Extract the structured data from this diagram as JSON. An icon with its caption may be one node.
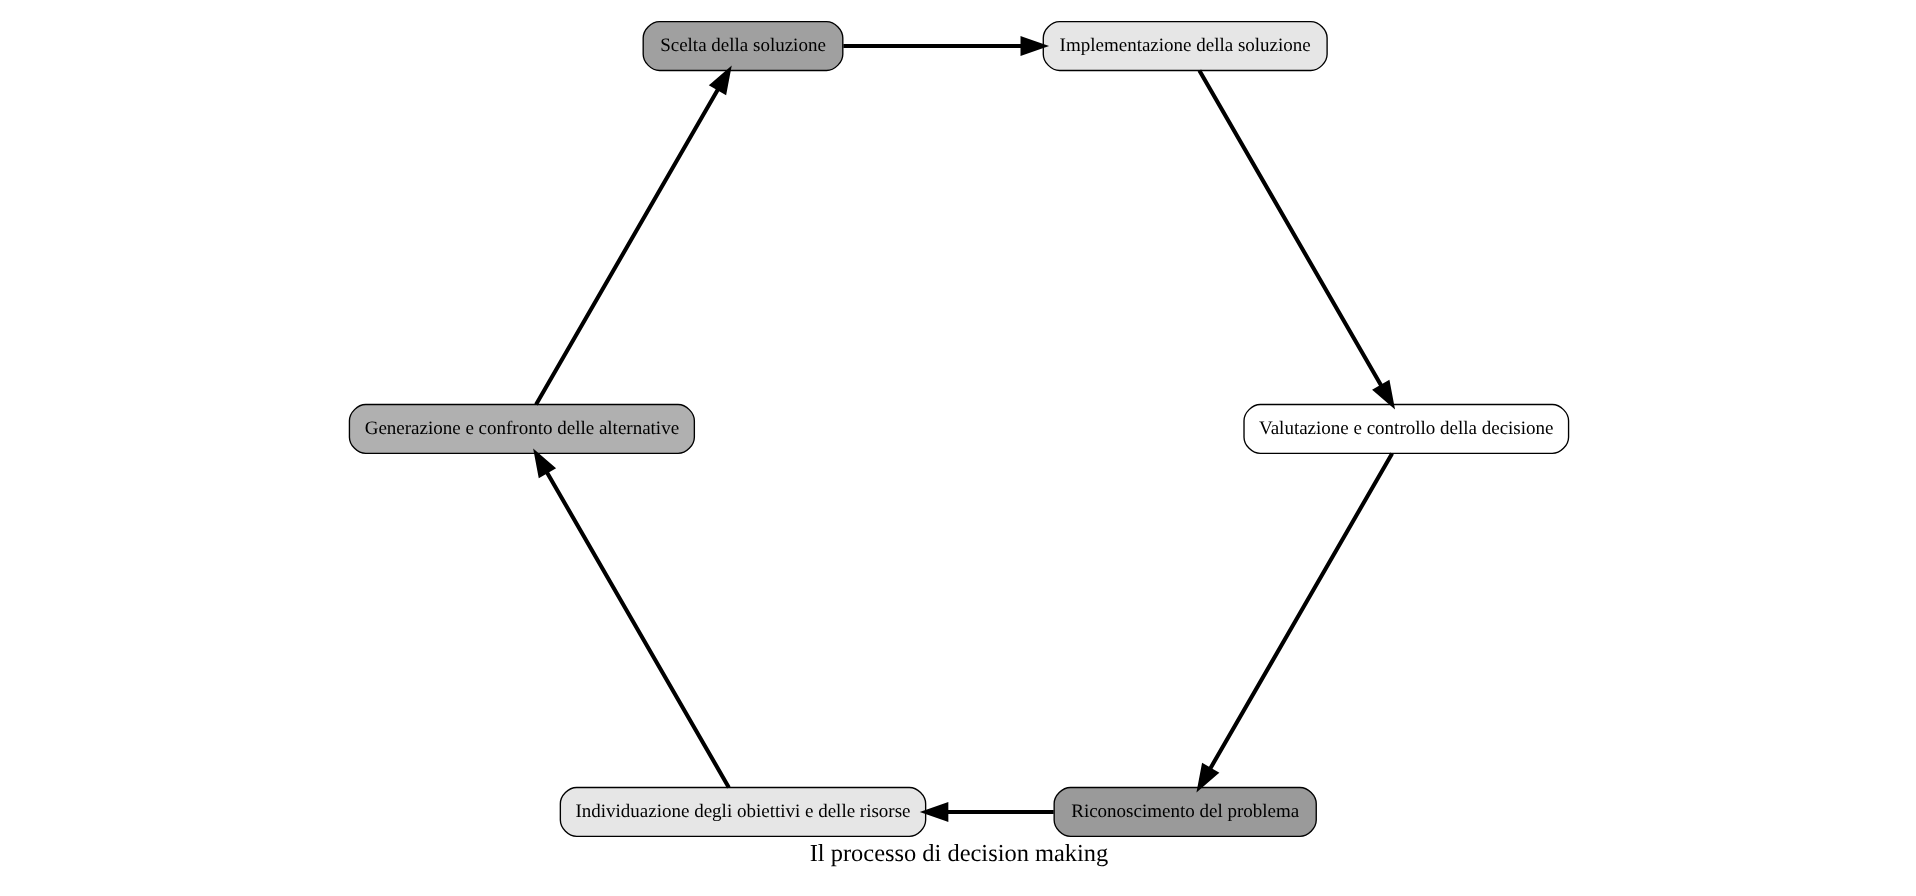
{
  "diagram": {
    "title": "Il processo di decision making",
    "nodes": [
      {
        "text": [
          "Riconoscimento del problema"
        ]
      },
      {
        "text": [
          "Individuazione degli obiettivi e delle risorse"
        ]
      },
      {
        "text": [
          "Generazione e confronto delle alternative"
        ]
      },
      {
        "text": [
          "Scelta della soluzione"
        ]
      },
      {
        "text": [
          "Implementazione della soluzione"
        ]
      },
      {
        "text": [
          "Valutazione e controllo della decisione"
        ]
      }
    ],
    "edges": [
      {
        "from": 0,
        "to": 1,
        "arrow": "to"
      },
      {
        "from": 1,
        "to": 2,
        "arrow": "to"
      },
      {
        "from": 2,
        "to": 3,
        "arrow": "to"
      },
      {
        "from": 3,
        "to": 4,
        "arrow": "to"
      },
      {
        "from": 4,
        "to": 5,
        "arrow": "to"
      },
      {
        "from": 5,
        "to": 0,
        "arrow": "to"
      }
    ]
  }
}
